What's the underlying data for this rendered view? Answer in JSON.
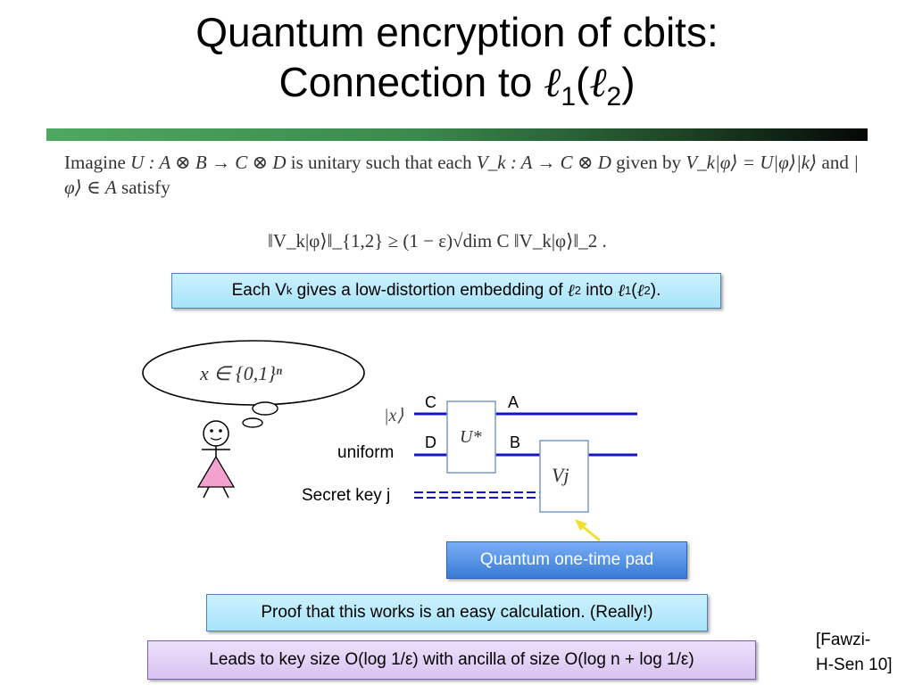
{
  "title": {
    "line1": "Quantum encryption of cbits:",
    "line2_text": "Connection to ",
    "ell": "ℓ",
    "sub1": "1",
    "paren_open": "(",
    "sub2": "2",
    "paren_close": ")"
  },
  "definition": {
    "sentence_start": "Imagine",
    "map_U": "U : A ⊗ B → C ⊗ D",
    "is_unitary": "is unitary such that each",
    "map_Vk": "V_k : A → C ⊗ D",
    "given_by": "given by",
    "def_Vk": "V_k|φ⟩ = U|φ⟩|k⟩",
    "and": "and",
    "phi_in_A": "|φ⟩ ∈ A",
    "satisfy": "satisfy",
    "inequality": "‖V_k|φ⟩‖_{1,2} ≥ (1 − ε)√dim C ‖V_k|φ⟩‖_2 ."
  },
  "callouts": {
    "embedding_prefix": "Each V",
    "embedding_sub_k": "k",
    "embedding_mid": " gives a low-distortion embedding of ",
    "ell": "ℓ",
    "embedding_sub2a": "2",
    "embedding_into": " into ",
    "embedding_sub1": "1",
    "embedding_paren_open": "(",
    "embedding_sub2b": "2",
    "embedding_end": ").",
    "one_time_pad": "Quantum one-time pad",
    "proof": "Proof that this works is an easy calculation. (Really!)",
    "key_size": "Leads to key size O(log 1/ε) with ancilla of size O(log n + log 1/ε)"
  },
  "citation": {
    "line1": "[Fawzi-",
    "line2": "H-Sen 10]"
  },
  "circuit": {
    "thought": "x ∈ {0,1}ⁿ",
    "ket_x": "|x⟩",
    "label_C": "C",
    "label_A": "A",
    "label_D": "D",
    "label_B": "B",
    "uniform": "uniform",
    "secret_key": "Secret key j",
    "gate_U": "U*",
    "gate_V": "Vj"
  },
  "colors": {
    "wire": "#1515c8",
    "arrow": "#f0e030",
    "rule_start": "#4ea85f",
    "rule_end": "#050805"
  }
}
